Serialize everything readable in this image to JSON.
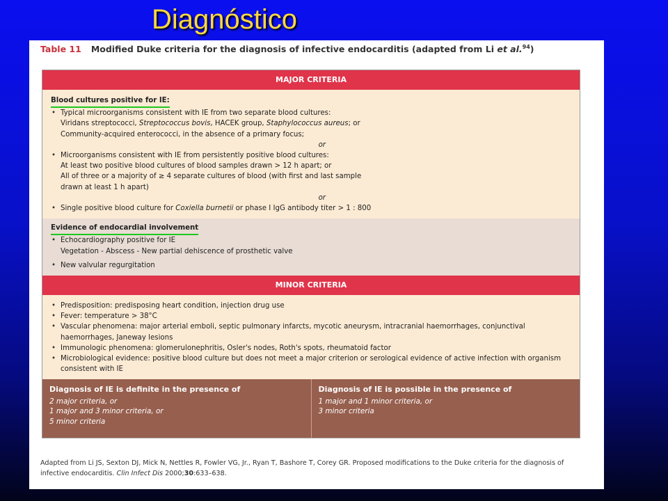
{
  "slide": {
    "title": "Diagnóstico"
  },
  "caption": {
    "table_number": "Table 11",
    "text": "Modified Duke criteria for the diagnosis of infective endocarditis (adapted from Li",
    "et_al": "et al.",
    "ref": "94",
    "close": ")"
  },
  "major": {
    "header": "MAJOR CRITERIA",
    "blood": {
      "title": "Blood cultures positive for IE",
      "colon": ":",
      "item1": {
        "line1": "Typical microorganisms consistent with IE from two separate blood cultures:",
        "line2_a": "Viridans streptococci, ",
        "line2_b": "Streptococcus bovis",
        "line2_c": ", HACEK group, ",
        "line2_d": "Staphylococcus aureus",
        "line2_e": "; or",
        "line3": "Community-acquired enterococci, in the absence of a primary focus;"
      },
      "or1": "or",
      "item2": {
        "line1": "Microorganisms consistent with IE from persistently positive blood cultures:",
        "line2": "At least two positive blood cultures of blood samples drawn > 12 h apart;  or",
        "line3_a": "All of three or a majority of ",
        "line3_b": "≥",
        "line3_c": " 4 separate cultures of blood (with first and last sample",
        "line4": "drawn at least 1 h apart)"
      },
      "or2": "or",
      "item3": {
        "a": "Single positive blood culture for ",
        "b": "Coxiella burnetii",
        "c": " or phase I IgG antibody titer > 1 : 800"
      }
    },
    "endo": {
      "title": "Evidence of endocardial involvement",
      "item1_line1": "Echocardiography  positive for IE",
      "item1_line2": "Vegetation - Abscess - New partial dehiscence of prosthetic valve",
      "item2": "New valvular regurgitation"
    }
  },
  "minor": {
    "header": "MINOR CRITERIA",
    "items": [
      {
        "label": "Predisposition:",
        "text": " predisposing heart condition, injection drug use"
      },
      {
        "label": "Fever:",
        "text": " temperature > 38°C"
      },
      {
        "label": "Vascular phenomena:",
        "text": " major arterial emboli, septic pulmonary infarcts, mycotic aneurysm, intracranial haemorrhages, conjunctival haemorrhages, Janeway lesions"
      },
      {
        "label": "Immunologic phenomena:",
        "text": " glomerulonephritis, Osler's nodes, Roth's spots, rheumatoid factor"
      },
      {
        "label": "Microbiological evidence:",
        "text": " positive blood culture but does not meet a major criterion or serological evidence of active infection with organism consistent with IE"
      }
    ]
  },
  "diagnosis": {
    "definite": {
      "heading": "Diagnosis of IE is definite in the presence of",
      "lines": [
        "2 major criteria, or",
        "1 major and 3 minor criteria, or",
        "5 minor criteria"
      ]
    },
    "possible": {
      "heading": "Diagnosis of IE is possible in the presence of",
      "lines": [
        "1 major and 1 minor criteria, or",
        "3 minor criteria"
      ]
    }
  },
  "footnote": {
    "a": "Adapted from Li JS, Sexton DJ, Mick N, Nettles R, Fowler VG, Jr., Ryan T, Bashore T, Corey GR. Proposed modifications to the Duke criteria for the diagnosis of infective endocarditis. ",
    "journal": "Clin Infect Dis",
    "year": " 2000;",
    "volume": "30",
    "pages": ":633–638."
  }
}
